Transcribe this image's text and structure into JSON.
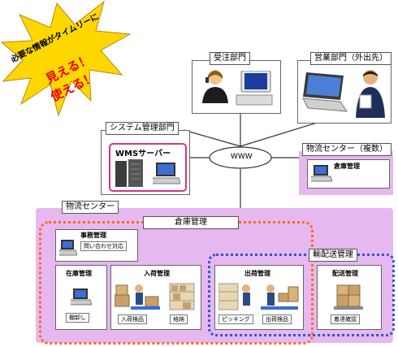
{
  "starburst": {
    "line1": "必要な情報がタイムリーに",
    "line2": "見える！",
    "line3": "使える！"
  },
  "juchu": {
    "title": "受注部門"
  },
  "eigyo": {
    "title": "営業部門（外出先）"
  },
  "system": {
    "title": "システム管理部門",
    "server": "WMSサーバー"
  },
  "www": {
    "label": "WWW"
  },
  "multi_center": {
    "title": "物流センター（複数）",
    "box_title": "倉庫管理"
  },
  "center": {
    "title": "物流センター"
  },
  "warehouse": {
    "title": "倉庫管理"
  },
  "jimu": {
    "title": "事務管理",
    "caption": "問い合わせ対応"
  },
  "zaiko": {
    "title": "在庫管理",
    "caption": "棚卸し"
  },
  "nyuka": {
    "title": "入荷管理",
    "caption1": "入荷検品",
    "caption2": "格納"
  },
  "shukka": {
    "title": "出荷管理",
    "caption1": "ピッキング",
    "caption2": "出荷検品"
  },
  "haiso": {
    "title": "輸配送管理",
    "box_title": "配送管理",
    "caption": "着達確認"
  },
  "colors": {
    "star": "#ffd700",
    "star_text": "#e60000",
    "panel": "#e6b8ef",
    "orange": "#ff6a1a",
    "blue": "#2f55d4",
    "server_frame": "#d63384"
  }
}
